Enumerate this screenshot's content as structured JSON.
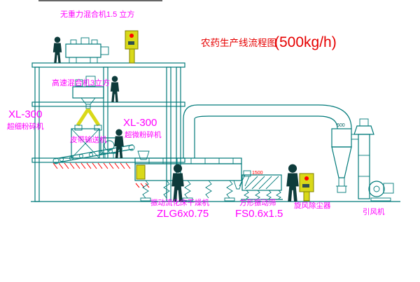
{
  "title": {
    "main": "农药生产线流程图",
    "capacity": "(500kg/h)"
  },
  "labels": {
    "top_mixer": "无重力混合机1.5 立方",
    "high_speed_mixer": "高速混合机3立方",
    "mill_left_model": "XL-300",
    "mill_left_name": "超细粉碎机",
    "mill_mid_model": "XL-300",
    "mill_mid_name": "超微粉碎机",
    "belt_conveyor": "皮带输送机",
    "dryer_name": "振动流化床干燥机",
    "dryer_model": "ZLG6x0.75",
    "sieve_name": "方形振动筛",
    "sieve_model": "FS0.6x1.5",
    "cyclone": "旋风除尘器",
    "fan": "引风机"
  },
  "dimensions": {
    "duct_diameter": "600",
    "sieve_width": "1500"
  },
  "colors": {
    "line": "#007a7a",
    "figure": "#0d3b3b",
    "label": "#ff00ff",
    "title": "#e60000",
    "panel_fill": "#d9d919",
    "panel_stroke": "#7f7f00",
    "accent": "#ff0000",
    "background": "#ffffff"
  }
}
